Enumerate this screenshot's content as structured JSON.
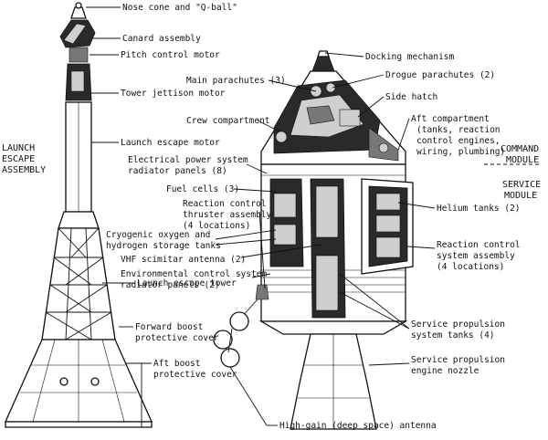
{
  "labels": {
    "nose_cone": "Nose cone and \"Q-ball\"",
    "canard": "Canard assembly",
    "pitch_motor": "Pitch control motor",
    "tower_jettison": "Tower jettison motor",
    "launch_escape_motor": "Launch escape motor",
    "launch_escape_tower": "Launch escape tower",
    "forward_boost_1": "Forward boost",
    "forward_boost_2": "protective cover",
    "aft_boost_1": "Aft boost",
    "aft_boost_2": "protective cover",
    "docking": "Docking mechanism",
    "main_parachutes": "Main parachutes (3)",
    "drogue_parachutes": "Drogue parachutes (2)",
    "side_hatch": "Side hatch",
    "crew_compartment": "Crew compartment",
    "aft_comp_1": "Aft compartment",
    "aft_comp_2": "(tanks, reaction",
    "aft_comp_3": "control engines,",
    "aft_comp_4": "wiring, plumbing)",
    "eps_radiator_1": "Electrical power system",
    "eps_radiator_2": "radiator panels (8)",
    "fuel_cells": "Fuel cells (3)",
    "rcs_thruster_1": "Reaction control",
    "rcs_thruster_2": "thruster assembly",
    "rcs_thruster_3": "(4 locations)",
    "cryo_1": "Cryogenic oxygen and",
    "cryo_2": "hydrogen storage tanks",
    "vhf": "VHF scimitar antenna (2)",
    "ecs_1": "Environmental control system",
    "ecs_2": "radiator panels (2)",
    "helium": "Helium tanks (2)",
    "rcs_sys_1": "Reaction control",
    "rcs_sys_2": "system assembly",
    "rcs_sys_3": "(4 locations)",
    "sps_tanks_1": "Service propulsion",
    "sps_tanks_2": "system tanks (4)",
    "sps_nozzle_1": "Service propulsion",
    "sps_nozzle_2": "engine nozzle",
    "high_gain": "High-gain (deep space) antenna"
  },
  "sections": {
    "launch_escape": [
      "LAUNCH",
      "ESCAPE",
      "ASSEMBLY"
    ],
    "command_module": [
      "COMMAND",
      "MODULE"
    ],
    "service_module": [
      "SERVICE",
      "MODULE"
    ]
  }
}
